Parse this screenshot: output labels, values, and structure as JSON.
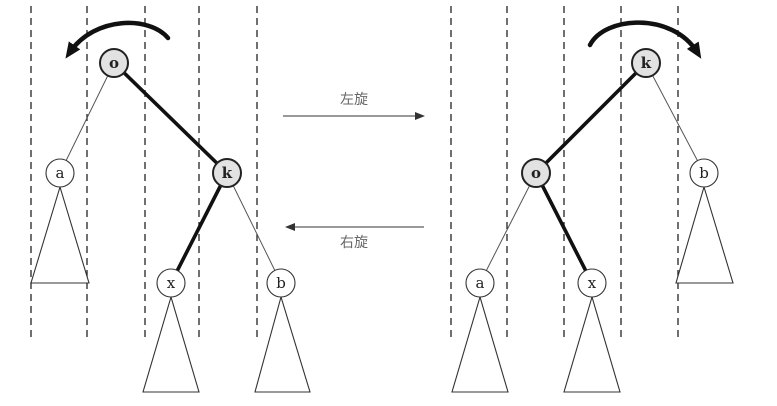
{
  "left_tree": {
    "root": "o",
    "left_child": "a",
    "right_child": "k",
    "k_left": "x",
    "k_right": "b"
  },
  "right_tree": {
    "root": "k",
    "left_child": "o",
    "right_child": "b",
    "o_left": "a",
    "o_right": "x"
  },
  "arrows": {
    "to_right_label": "左旋",
    "to_left_label": "右旋"
  }
}
